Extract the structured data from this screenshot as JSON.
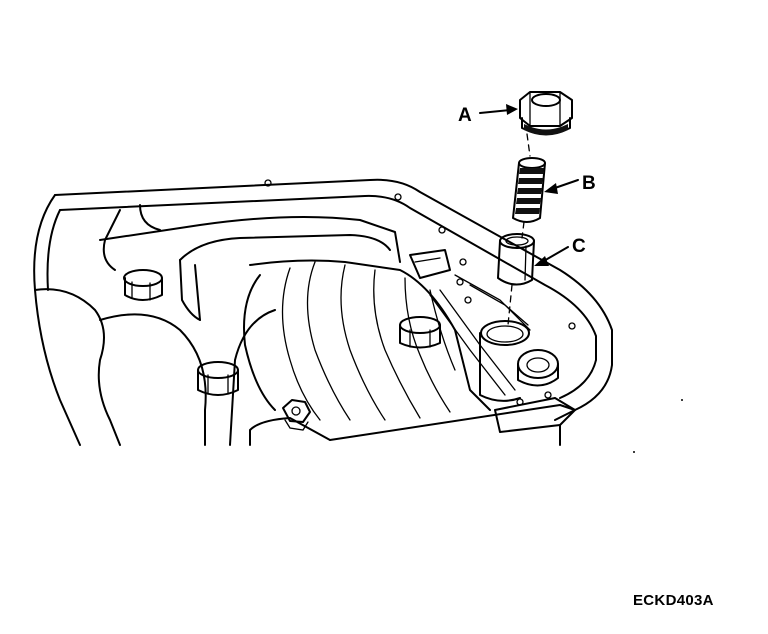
{
  "callouts": {
    "a": "A",
    "b": "B",
    "c": "C"
  },
  "figure_id": "ECKD403A",
  "parts": [
    {
      "label": "A",
      "icon": "plug-bolt-icon"
    },
    {
      "label": "B",
      "icon": "spring-icon"
    },
    {
      "label": "C",
      "icon": "sleeve-icon"
    }
  ],
  "colors": {
    "ink": "#000000",
    "paper": "#ffffff"
  }
}
